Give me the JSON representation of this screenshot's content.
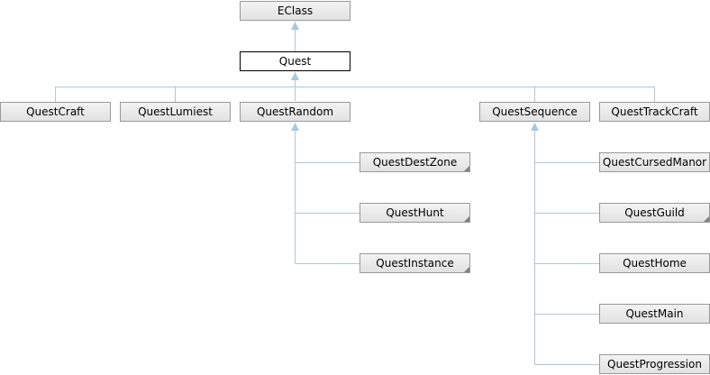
{
  "nodes": {
    "eclass": "EClass",
    "quest": "Quest",
    "questcraft": "QuestCraft",
    "questlumiest": "QuestLumiest",
    "questrandom": "QuestRandom",
    "questsequence": "QuestSequence",
    "questtrackcraft": "QuestTrackCraft",
    "questdestzone": "QuestDestZone",
    "questhunt": "QuestHunt",
    "questinstance": "QuestInstance",
    "questcursedmanor": "QuestCursedManor",
    "questguild": "QuestGuild",
    "questhome": "QuestHome",
    "questmain": "QuestMain",
    "questprogression": "QuestProgression"
  },
  "colors": {
    "edge": "#a9c8e0",
    "node_border": "#999999",
    "current_border": "#000000"
  }
}
